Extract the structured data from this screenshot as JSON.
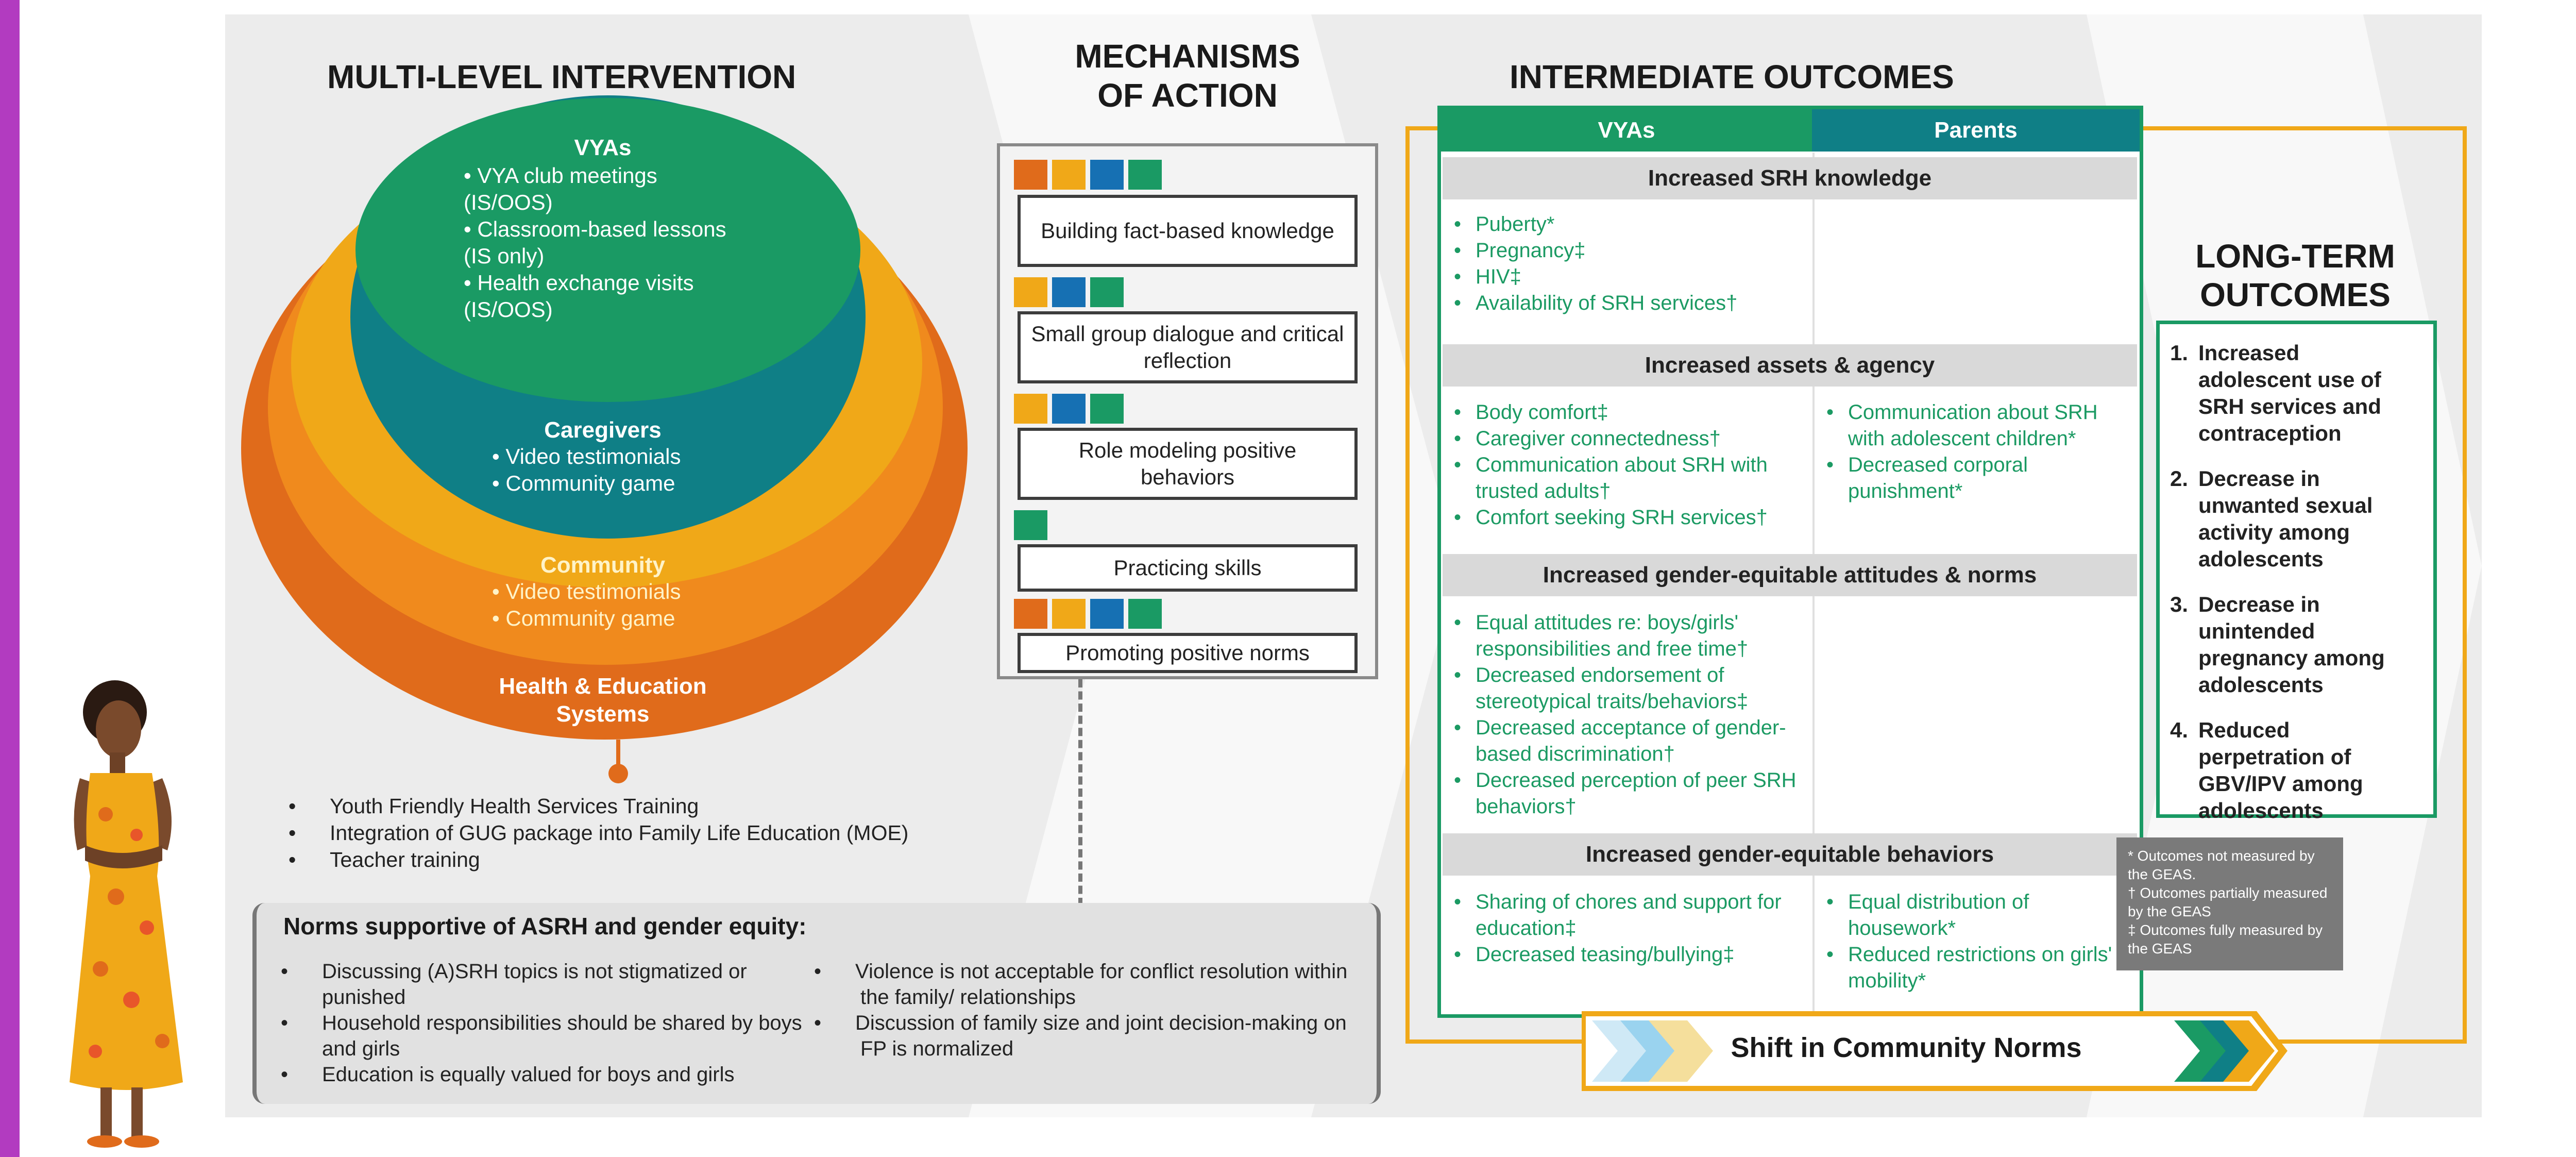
{
  "colors": {
    "frame": "#b23bc0",
    "panel": "#ececec",
    "orange_dark": "#e06b1b",
    "orange": "#f08a1d",
    "gold": "#f0a818",
    "teal": "#0f7f86",
    "green": "#1a9a64",
    "blue": "#1670b3"
  },
  "intervention": {
    "title": "MULTI-LEVEL INTERVENTION",
    "vyas_title": "VYAs",
    "vyas_items": [
      "VYA club meetings (IS/OOS)",
      "Classroom-based lessons (IS only)",
      "Health exchange visits (IS/OOS)"
    ],
    "caregivers_title": "Caregivers",
    "caregivers_items": [
      "Video testimonials",
      "Community game"
    ],
    "community_title": "Community",
    "community_items": [
      "Video testimonials",
      "Community game"
    ],
    "systems_title": "Health & Education Systems",
    "system_items": [
      "Youth Friendly Health Services Training",
      "Integration of GUG package into Family Life Education (MOE)",
      "Teacher training"
    ]
  },
  "mechanisms": {
    "title_line1": "MECHANISMS",
    "title_line2": "OF ACTION",
    "items": [
      "Building fact-based knowledge",
      "Small group dialogue and critical reflection",
      "Role modeling positive behaviors",
      "Practicing skills",
      "Promoting positive norms"
    ]
  },
  "norms_box": {
    "title": "Norms supportive of ASRH and gender equity:",
    "left": [
      "Discussing (A)SRH topics is not stigmatized or punished",
      "Household responsibilities should be shared by boys and girls",
      "Education is equally valued for boys and girls"
    ],
    "right": [
      "Violence is not acceptable for conflict resolution within the family/ relationships",
      "Discussion of family size and joint decision-making on FP is normalized"
    ]
  },
  "intermediate": {
    "title": "INTERMEDIATE OUTCOMES",
    "col_vyas": "VYAs",
    "col_parents": "Parents",
    "s1_title": "Increased SRH knowledge",
    "s1_vyas": [
      "Puberty*",
      "Pregnancy‡",
      "HIV‡",
      "Availability of SRH services†"
    ],
    "s2_title": "Increased assets & agency",
    "s2_vyas": [
      "Body comfort‡",
      "Caregiver connectedness†",
      "Communication about SRH with trusted adults†",
      "Comfort seeking SRH services†"
    ],
    "s2_parents": [
      "Communication about SRH with adolescent children*",
      "Decreased corporal punishment*"
    ],
    "s3_title": "Increased gender-equitable attitudes & norms",
    "s3_vyas": [
      "Equal attitudes re: boys/girls' responsibilities and free time†",
      "Decreased endorsement of stereotypical traits/behaviors‡",
      "Decreased acceptance of gender-based discrimination†",
      "Decreased perception of peer SRH behaviors†"
    ],
    "s4_title": "Increased gender-equitable behaviors",
    "s4_vyas": [
      "Sharing of chores and support for education‡",
      "Decreased teasing/bullying‡"
    ],
    "s4_parents": [
      "Equal distribution of housework*",
      "Reduced restrictions on girls' mobility*"
    ]
  },
  "legend": {
    "line1": "* Outcomes not measured by the GEAS.",
    "line2": "† Outcomes partially measured by the GEAS",
    "line3": "‡ Outcomes fully measured by the GEAS"
  },
  "long_term": {
    "title_line1": "LONG-TERM",
    "title_line2": "OUTCOMES",
    "items": [
      {
        "n": "1.",
        "text": "Increased adolescent use of SRH services and contraception"
      },
      {
        "n": "2.",
        "text": "Decrease in unwanted sexual activity among adolescents"
      },
      {
        "n": "3.",
        "text": "Decrease in unintended pregnancy among adolescents"
      },
      {
        "n": "4.",
        "text": "Reduced perpetration of GBV/IPV among adolescents"
      }
    ]
  },
  "shift_label": "Shift in Community Norms"
}
